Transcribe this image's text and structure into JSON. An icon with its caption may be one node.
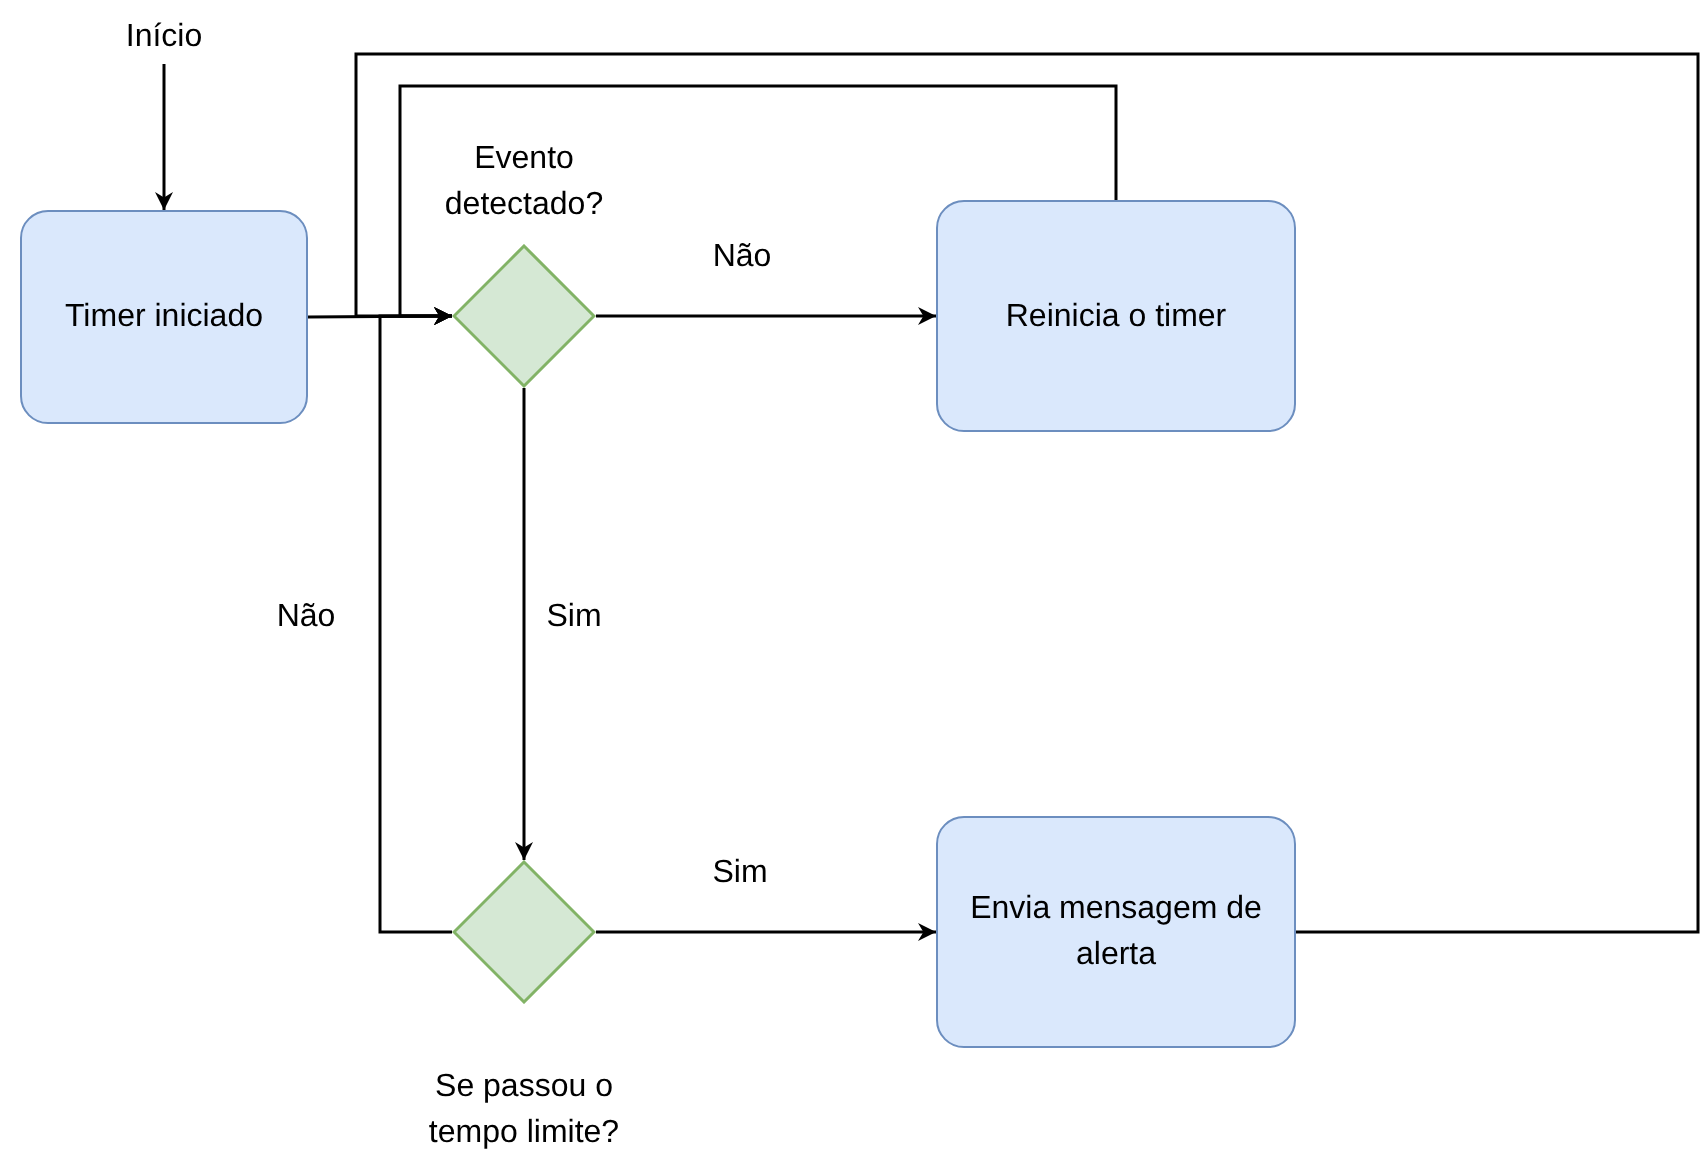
{
  "diagram": {
    "nodes": [
      {
        "text": [
          "Início"
        ]
      },
      {
        "text": [
          "Timer iniciado"
        ]
      },
      {
        "text": [
          "Evento detectado?"
        ]
      },
      {
        "text": [
          "Reinicia o timer"
        ]
      },
      {
        "text": [
          "Se passou o tempo limite?"
        ]
      },
      {
        "text": [
          "Envia mensagem de alerta"
        ]
      }
    ],
    "edges": [
      {
        "from": 0,
        "to": 1,
        "arrow": "to"
      },
      {
        "from": 1,
        "to": 2,
        "arrow": "to"
      },
      {
        "from": 2,
        "to": 3,
        "arrow": "to",
        "label": "Não"
      },
      {
        "from": 3,
        "to": 2,
        "arrow": "to"
      },
      {
        "from": 2,
        "to": 4,
        "arrow": "to",
        "label": "Sim"
      },
      {
        "from": 4,
        "to": 2,
        "arrow": "to",
        "label": "Não"
      },
      {
        "from": 4,
        "to": 5,
        "arrow": "to",
        "label": "Sim"
      },
      {
        "from": 5,
        "to": 2,
        "arrow": "to"
      }
    ]
  }
}
